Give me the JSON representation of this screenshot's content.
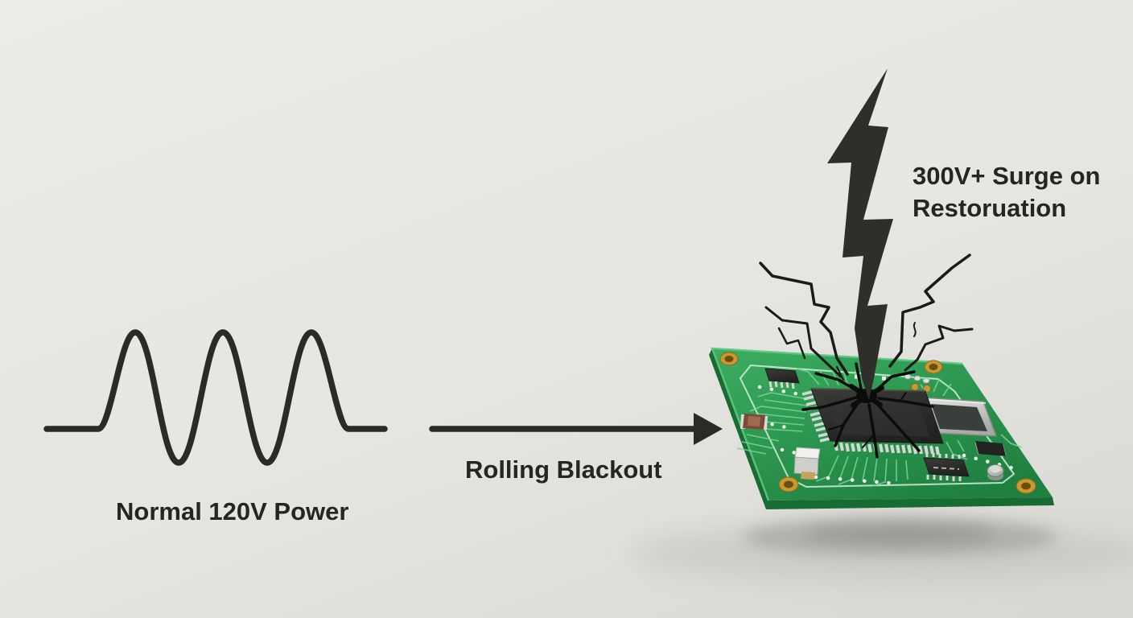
{
  "scene": {
    "type": "power-surge-infographic",
    "background_color": "#e7e6e2",
    "text_color": "#262522"
  },
  "labels": {
    "wave_caption": "Normal 120V Power",
    "arrow_caption": "Rolling Blackout",
    "surge_caption_line1": "300V+ Surge on",
    "surge_caption_line2": "Restoruation"
  },
  "elements": {
    "sine_wave": {
      "cycles": 3,
      "color": "#2b2a27"
    },
    "arrow": {
      "direction": "right",
      "color": "#2b2a27"
    },
    "lightning_bolt": {
      "color": "#2f2e2b"
    },
    "sparks": {
      "color": "#1a1a18"
    },
    "circuit_board": {
      "board_color_top": "#38aa5e",
      "board_color_bottom": "#1f8040",
      "board_edge_color": "#176b33",
      "silkscreen_color": "#d2f0dc",
      "trace_color": "#79d097",
      "chip_color": "#2c2c2a",
      "pin_color": "#d6d6d2",
      "gold_pad_color": "#c9992f",
      "crystal_color": "#c2c6c2"
    }
  }
}
